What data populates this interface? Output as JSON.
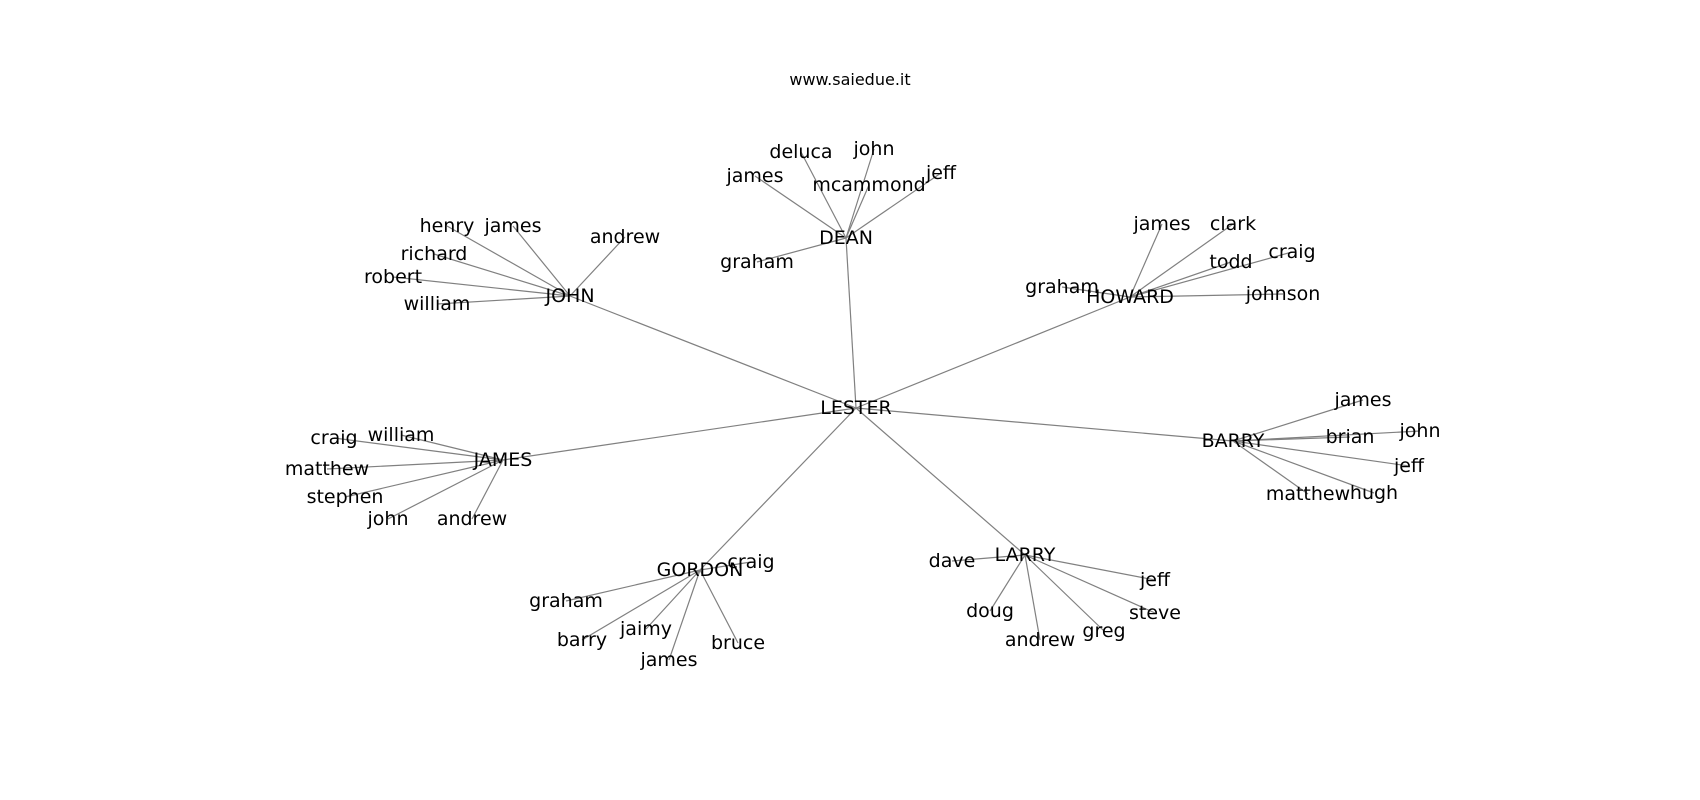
{
  "header": {
    "site": "www.saiedue.it"
  },
  "graph": {
    "root": "LESTER",
    "hubs": [
      {
        "name": "JOHN",
        "leaves": [
          "henry",
          "james",
          "andrew",
          "richard",
          "robert",
          "william"
        ]
      },
      {
        "name": "DEAN",
        "leaves": [
          "deluca",
          "john",
          "james",
          "mcammond",
          "jeff",
          "graham"
        ]
      },
      {
        "name": "HOWARD",
        "leaves": [
          "james",
          "clark",
          "todd",
          "craig",
          "graham",
          "johnson"
        ]
      },
      {
        "name": "BARRY",
        "leaves": [
          "james",
          "brian",
          "john",
          "jeff",
          "matthew",
          "hugh"
        ]
      },
      {
        "name": "LARRY",
        "leaves": [
          "dave",
          "jeff",
          "steve",
          "doug",
          "greg",
          "andrew"
        ]
      },
      {
        "name": "GORDON",
        "leaves": [
          "craig",
          "graham",
          "jaimy",
          "barry",
          "james",
          "bruce"
        ]
      },
      {
        "name": "JAMES",
        "leaves": [
          "craig",
          "william",
          "matthew",
          "stephen",
          "john",
          "andrew"
        ]
      }
    ]
  }
}
